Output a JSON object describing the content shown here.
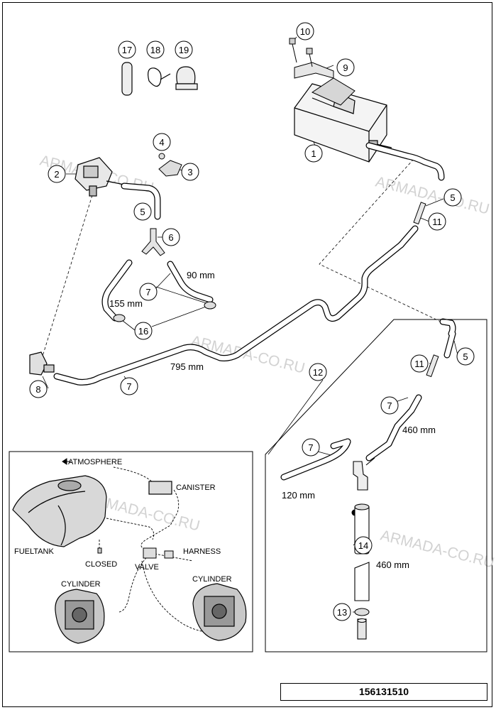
{
  "watermarks": [
    "ARMADA-CO.RU",
    "ARMADA-CO.RU",
    "ARMADA-CO.RU",
    "ARMADA-CO.RU",
    "ARMADA-CO.RU"
  ],
  "callouts": {
    "c1": "1",
    "c2": "2",
    "c3": "3",
    "c4": "4",
    "c5a": "5",
    "c5b": "5",
    "c5c": "5",
    "c6": "6",
    "c7a": "7",
    "c7b": "7",
    "c7c": "7",
    "c7d": "7",
    "c8": "8",
    "c9": "9",
    "c10": "10",
    "c11a": "11",
    "c11b": "11",
    "c12": "12",
    "c13": "13",
    "c14": "14",
    "c16": "16",
    "c17": "17",
    "c18": "18",
    "c19": "19"
  },
  "dimensions": {
    "d90": "90 mm",
    "d155": "155 mm",
    "d795": "795 mm",
    "d460a": "460 mm",
    "d120": "120 mm",
    "d460b": "460 mm"
  },
  "system": {
    "atmosphere": "ATMOSPHERE",
    "canister": "CANISTER",
    "fueltank": "FUELTANK",
    "closed": "CLOSED",
    "valve": "VALVE",
    "harness": "HARNESS",
    "cylinder_left": "CYLINDER",
    "cylinder_right": "CYLINDER"
  },
  "doc_number": "156131510"
}
